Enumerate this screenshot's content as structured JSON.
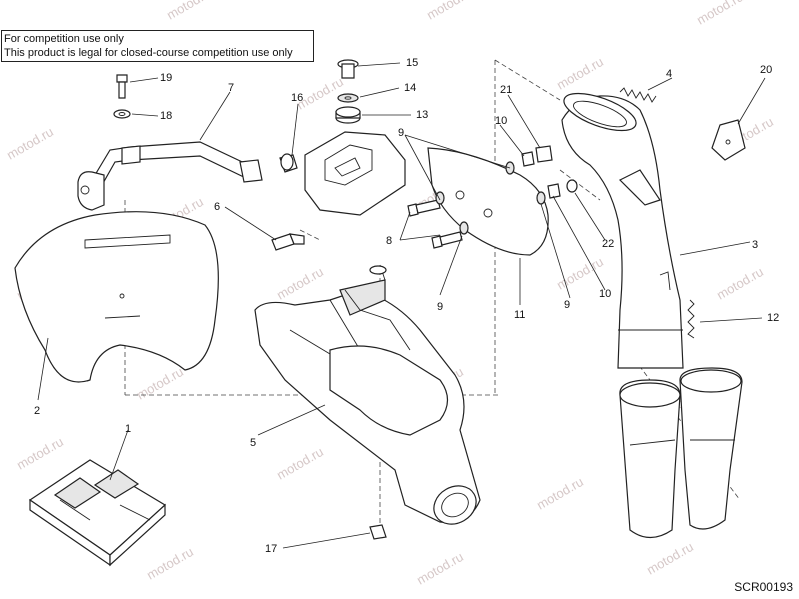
{
  "notice": {
    "line1": "For competition use only",
    "line2": "This product is legal for closed-course competition use only"
  },
  "watermark": "motod.ru",
  "drawing_code": "SCR00193",
  "callouts": {
    "c1": "1",
    "c2": "2",
    "c3": "3",
    "c4": "4",
    "c5": "5",
    "c6": "6",
    "c7": "7",
    "c8": "8",
    "c9a": "9",
    "c9b": "9",
    "c9c": "9",
    "c10a": "10",
    "c10b": "10",
    "c11": "11",
    "c12": "12",
    "c13": "13",
    "c14": "14",
    "c15": "15",
    "c16": "16",
    "c17": "17",
    "c18": "18",
    "c19": "19",
    "c20": "20",
    "c21": "21",
    "c22": "22"
  }
}
